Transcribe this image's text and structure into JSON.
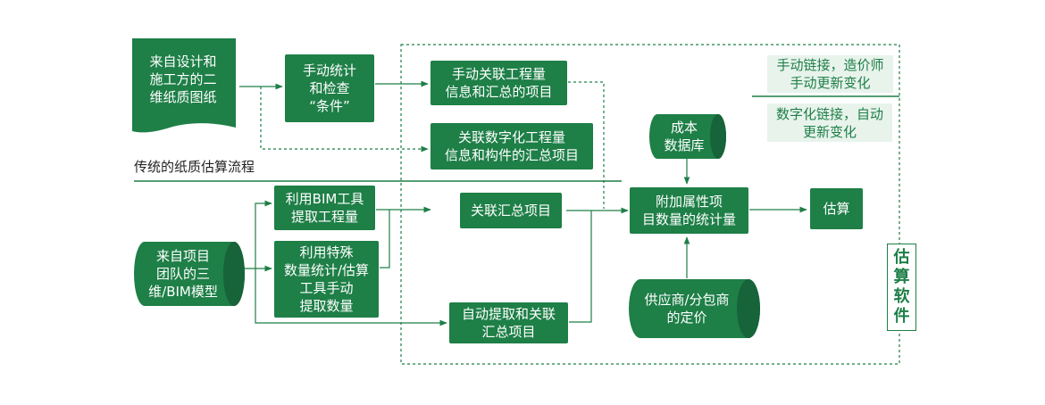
{
  "colors": {
    "primary": "#1e7f47",
    "dark": "#17633a",
    "tint": "#e8f3ec"
  },
  "sources": {
    "drawings": "来自设计和\n施工方的二\n维纸质图纸",
    "model": "来自项目\n团队的三\n维/BIM模型"
  },
  "traditional": {
    "label": "传统的纸质估算流程",
    "manual_check": "手动统计\n和检查\n“条件”",
    "manual_link": "手动关联工程量\n信息和汇总的项目",
    "digital_link": "关联数字化工程量\n信息和构件的汇总项目"
  },
  "bim": {
    "bim_tool": "利用BIM工具\n提取工程量",
    "special_tool": "利用特殊\n数量统计/估算\n工具手动\n提取数量",
    "link_summary": "关联汇总项目",
    "auto_extract": "自动提取和关联\n汇总项目"
  },
  "cost_db": "成本\n数据库",
  "attach_qty": "附加属性项\n目数量的统计量",
  "estimate": "估算",
  "supplier": "供应商/分包商\n的定价",
  "legend": {
    "manual": "手动链接，造价师\n手动更新变化",
    "digital": "数字化链接，自动\n更新变化"
  },
  "software_label": "估\n算\n软\n件"
}
